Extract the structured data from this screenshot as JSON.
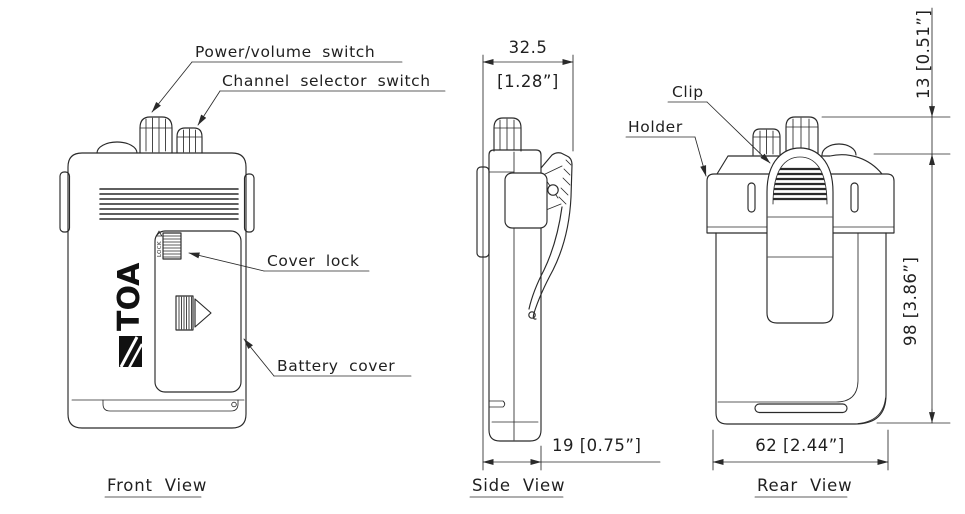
{
  "colors": {
    "line": "#2a2a2a",
    "text": "#1f1f1f",
    "background": "#ffffff"
  },
  "front_view": {
    "title": "Front View",
    "labels": {
      "power_volume": "Power/volume switch",
      "channel_selector": "Channel selector switch",
      "cover_lock": "Cover lock",
      "battery_cover": "Battery cover"
    },
    "markings": {
      "lock": "LOCK",
      "logo": "TOA"
    }
  },
  "side_view": {
    "title": "Side View",
    "dimensions": {
      "overall_depth_mm": "32.5",
      "overall_depth_in": "[1.28”]",
      "body_depth": "19 [0.75”]"
    }
  },
  "rear_view": {
    "title": "Rear View",
    "labels": {
      "clip": "Clip",
      "holder": "Holder"
    },
    "dimensions": {
      "clip_top_offset": "13 [0.51”]",
      "body_height": "98 [3.86”]",
      "body_width": "62 [2.44”]"
    }
  }
}
